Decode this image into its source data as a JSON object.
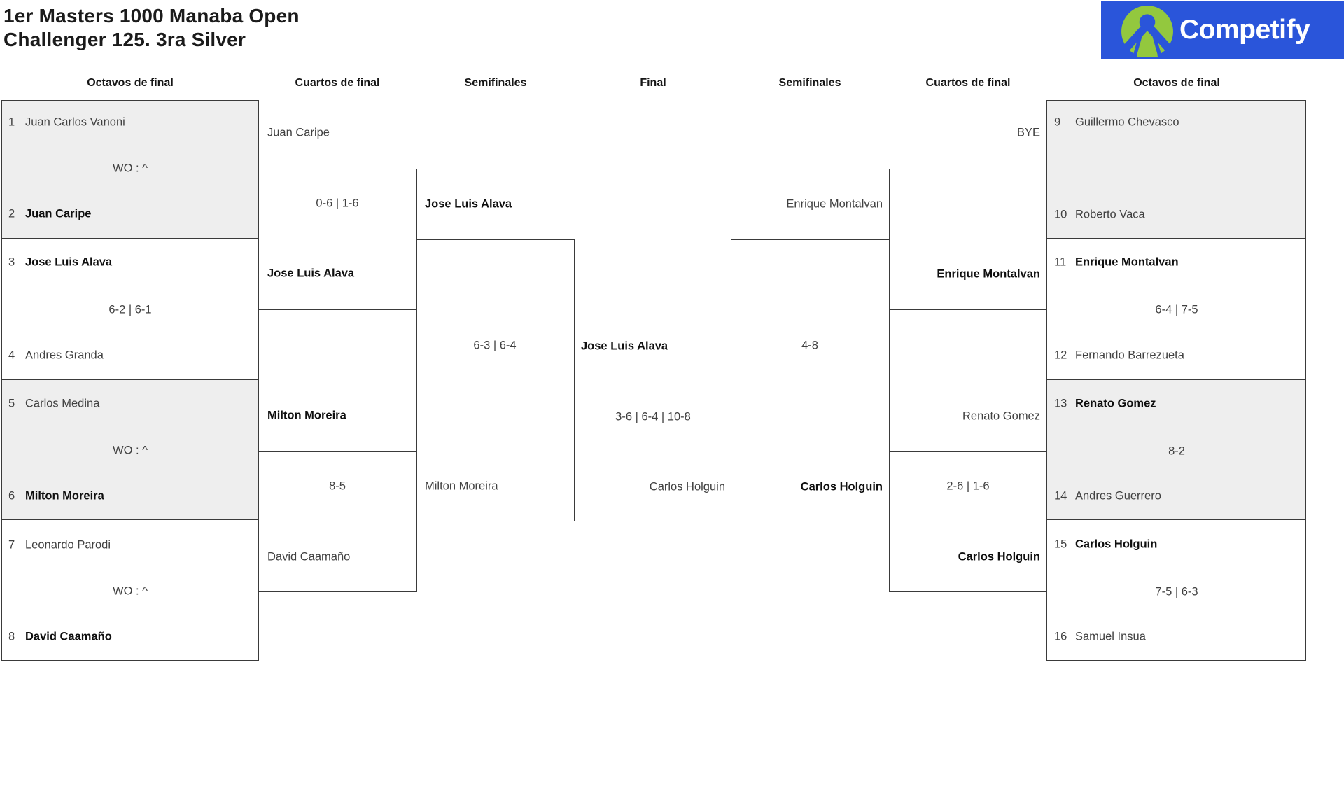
{
  "title": {
    "line1": "1er Masters 1000 Manaba Open",
    "line2": "Challenger 125. 3ra Silver"
  },
  "logo": {
    "text": "Competify",
    "colors": {
      "blue": "#2a55da",
      "green": "#93c83e",
      "text": "#ffffff"
    }
  },
  "headers": [
    "Octavos de final",
    "Cuartos de final",
    "Semifinales",
    "Final",
    "Semifinales",
    "Cuartos de final",
    "Octavos de final"
  ],
  "colors": {
    "box_border": "#3a3a3a",
    "shaded_match_fill": "#eeeeee",
    "text_regular": "#414141",
    "text_winner": "#0f0f0f"
  },
  "matches": {
    "l16": [
      {
        "seed_top": "1",
        "top": "Juan Carlos Vanoni",
        "score": "WO : ^",
        "seed_bot": "2",
        "bot": "Juan Caripe"
      },
      {
        "seed_top": "3",
        "top": "Jose Luis Alava",
        "score": "6-2 | 6-1",
        "seed_bot": "4",
        "bot": "Andres Granda"
      },
      {
        "seed_top": "5",
        "top": "Carlos Medina",
        "score": "WO : ^",
        "seed_bot": "6",
        "bot": "Milton Moreira"
      },
      {
        "seed_top": "7",
        "top": "Leonardo Parodi",
        "score": "WO : ^",
        "seed_bot": "8",
        "bot": "David Caamaño"
      }
    ],
    "lqf": [
      {
        "top": "Juan Caripe",
        "score": "0-6 | 1-6",
        "bot": "Jose Luis Alava"
      },
      {
        "top": "Milton Moreira",
        "score": "8-5",
        "bot": "David Caamaño"
      }
    ],
    "lsf": {
      "top": "Jose Luis Alava",
      "score": "6-3 | 6-4",
      "bot": "Milton Moreira"
    },
    "final": {
      "top": "Jose Luis Alava",
      "score": "3-6 | 6-4 | 10-8",
      "bot": "Carlos Holguin"
    },
    "rsf": {
      "top": "Enrique Montalvan",
      "score": "4-8",
      "bot": "Carlos Holguin"
    },
    "rqf": [
      {
        "top": "BYE",
        "score": "",
        "bot": "Enrique Montalvan"
      },
      {
        "top": "Renato Gomez",
        "score": "2-6 | 1-6",
        "bot": "Carlos Holguin"
      }
    ],
    "r16": [
      {
        "seed_top": "9",
        "top": "Guillermo Chevasco",
        "score": "",
        "seed_bot": "10",
        "bot": "Roberto Vaca"
      },
      {
        "seed_top": "11",
        "top": "Enrique Montalvan",
        "score": "6-4 | 7-5",
        "seed_bot": "12",
        "bot": "Fernando Barrezueta"
      },
      {
        "seed_top": "13",
        "top": "Renato Gomez",
        "score": "8-2",
        "seed_bot": "14",
        "bot": "Andres Guerrero"
      },
      {
        "seed_top": "15",
        "top": "Carlos Holguin",
        "score": "7-5 | 6-3",
        "seed_bot": "16",
        "bot": "Samuel Insua"
      }
    ]
  }
}
